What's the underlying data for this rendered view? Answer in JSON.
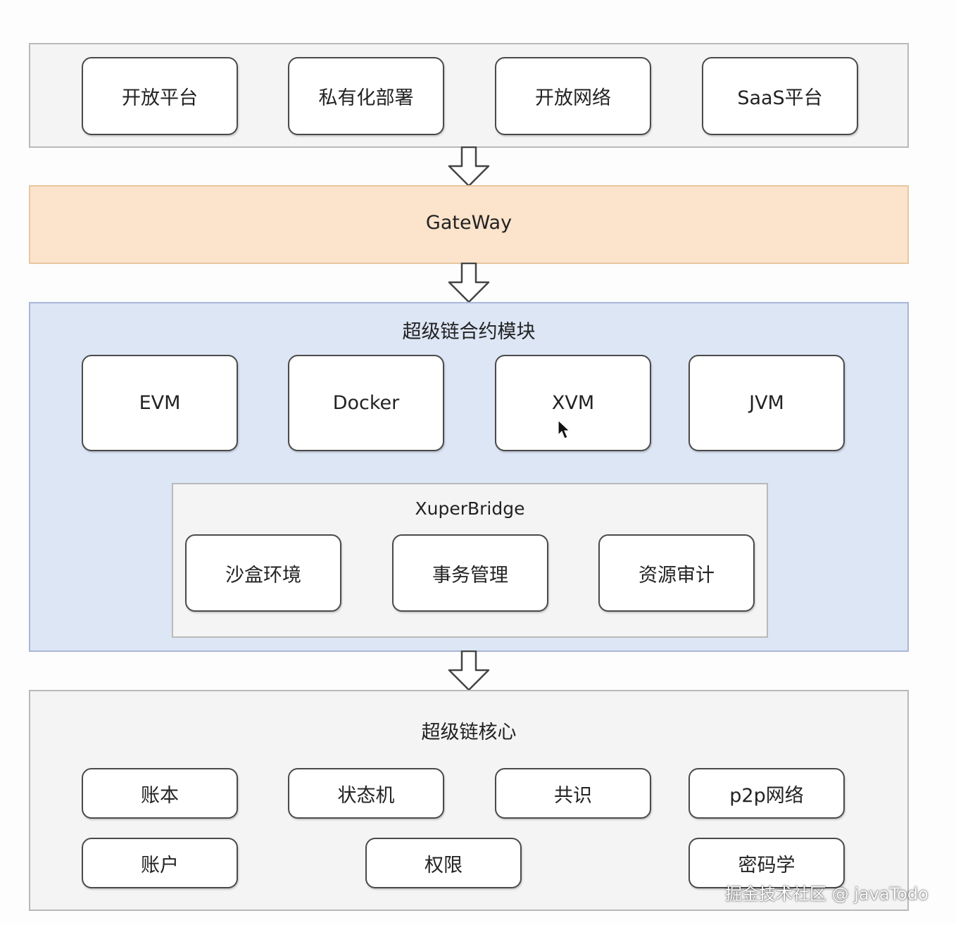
{
  "top_layer": {
    "items": [
      "开放平台",
      "私有化部署",
      "开放网络",
      "SaaS平台"
    ]
  },
  "gateway": {
    "label": "GateWay"
  },
  "contract_module": {
    "title": "超级链合约模块",
    "vms": [
      "EVM",
      "Docker",
      "XVM",
      "JVM"
    ],
    "bridge": {
      "title": "XuperBridge",
      "items": [
        "沙盒环境",
        "事务管理",
        "资源审计"
      ]
    }
  },
  "core": {
    "title": "超级链核心",
    "row1": [
      "账本",
      "状态机",
      "共识",
      "p2p网络"
    ],
    "row2": [
      "账户",
      "权限",
      "密码学"
    ]
  },
  "watermark": "掘金技术社区 @ javaTodo",
  "colors": {
    "gateway_fill": "#fbe3cc",
    "gateway_border": "#e7c79f",
    "contract_fill": "#dde6f5",
    "contract_border": "#a9b7d6",
    "panel_fill": "#f4f4f4",
    "box_border": "#4a4a4a"
  },
  "icons": {
    "arrow": "down-arrow-icon",
    "cursor": "mouse-cursor-icon"
  }
}
